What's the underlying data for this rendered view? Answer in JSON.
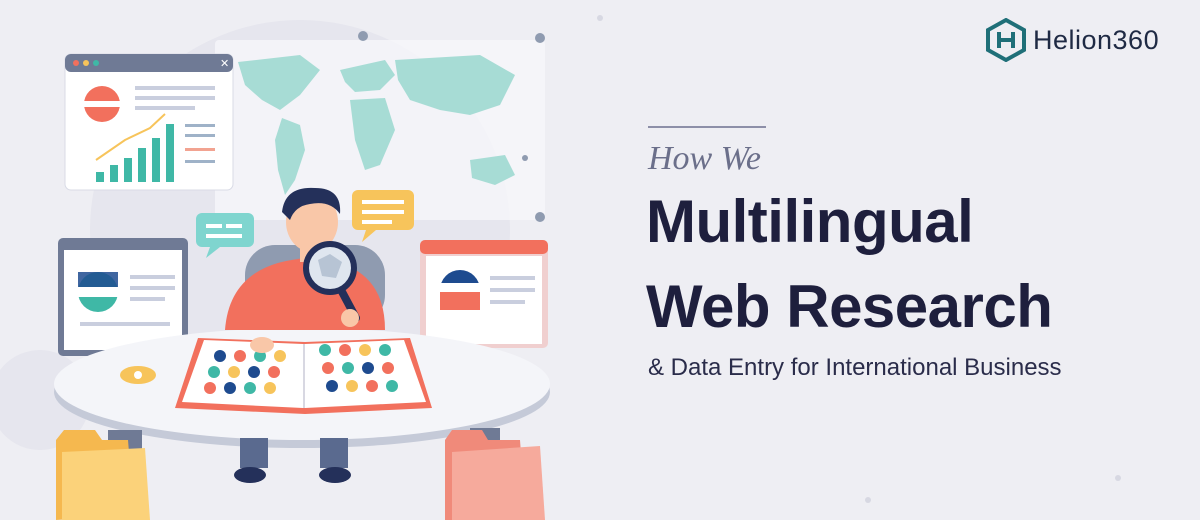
{
  "brand": {
    "name": "Helion360",
    "accent": "#1f6f78",
    "text_color": "#1f2a44"
  },
  "headline": {
    "kicker": "How We",
    "line1": "Multilingual",
    "line2": "Web Research",
    "subtitle": "& Data Entry for International Business"
  },
  "colors": {
    "background": "#eeeef3",
    "coral": "#f2705d",
    "teal": "#3fb8a6",
    "navy": "#1e1f3d"
  }
}
